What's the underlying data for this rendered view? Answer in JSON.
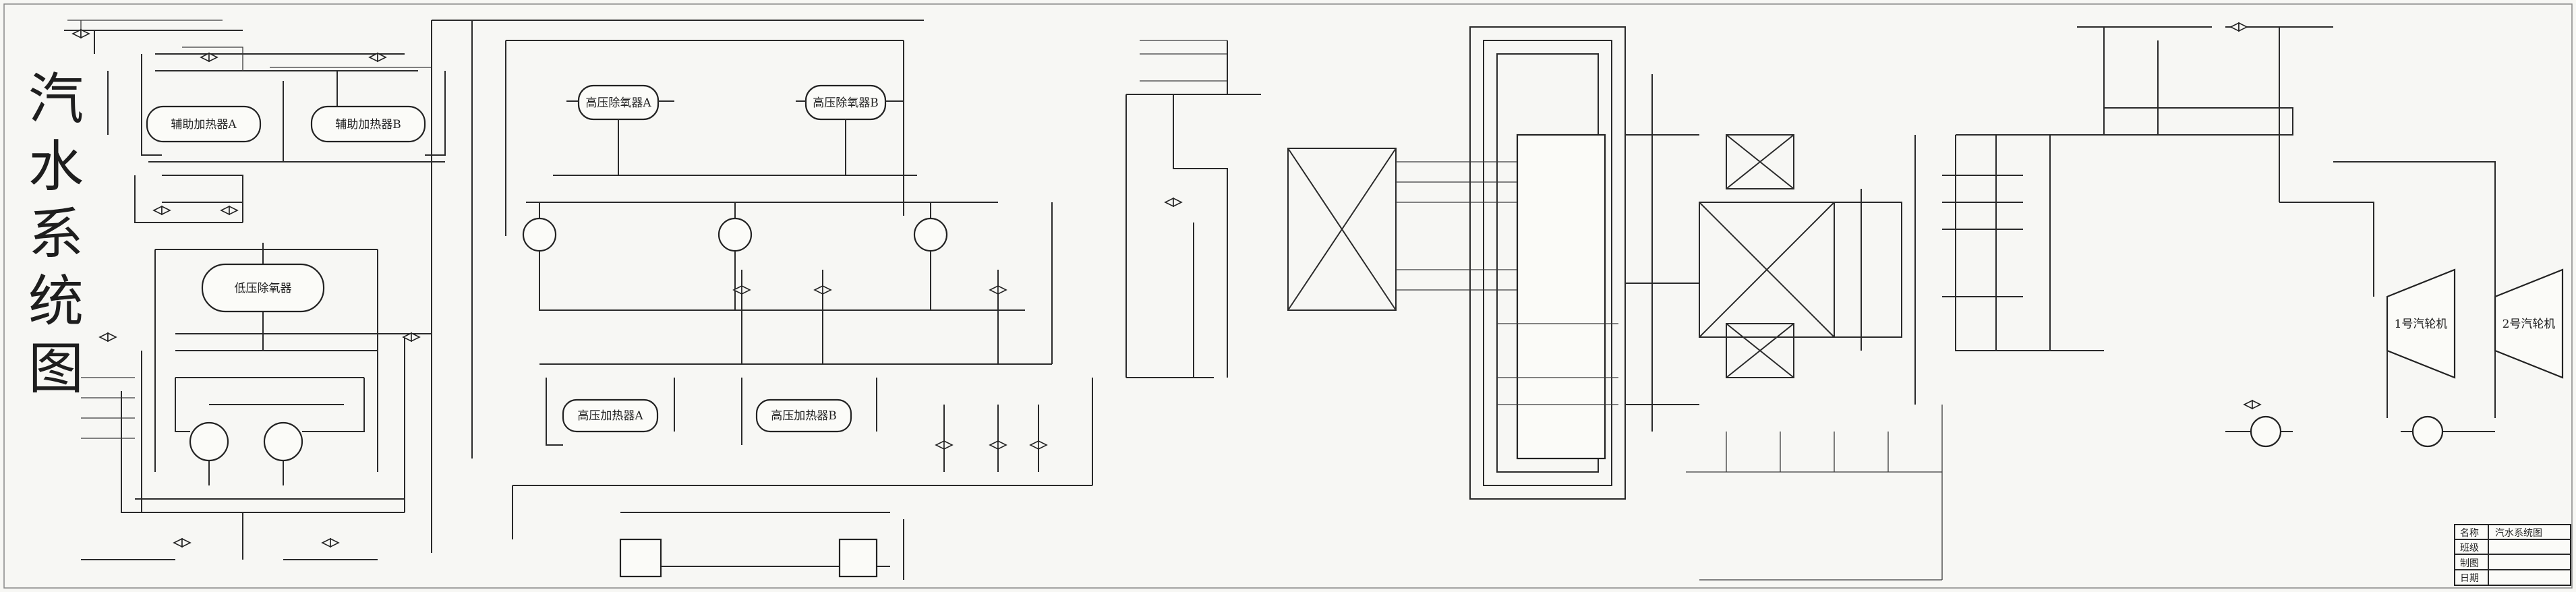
{
  "title": {
    "chars": [
      "汽",
      "水",
      "系",
      "统",
      "图"
    ]
  },
  "equipment": {
    "aux_heater_a": "辅助加热器A",
    "aux_heater_b": "辅助加热器B",
    "lp_deaerator": "低压除氧器",
    "hp_deaerator_a": "高压除氧器A",
    "hp_deaerator_b": "高压除氧器B",
    "hp_heater_a": "高压加热器A",
    "hp_heater_b": "高压加热器B",
    "turbine_1": "1号汽轮机",
    "turbine_2": "2号汽轮机"
  },
  "title_block": {
    "rows": [
      {
        "label": "名称",
        "value": "汽水系统图"
      },
      {
        "label": "班级",
        "value": ""
      },
      {
        "label": "制图",
        "value": ""
      },
      {
        "label": "日期",
        "value": ""
      }
    ]
  }
}
